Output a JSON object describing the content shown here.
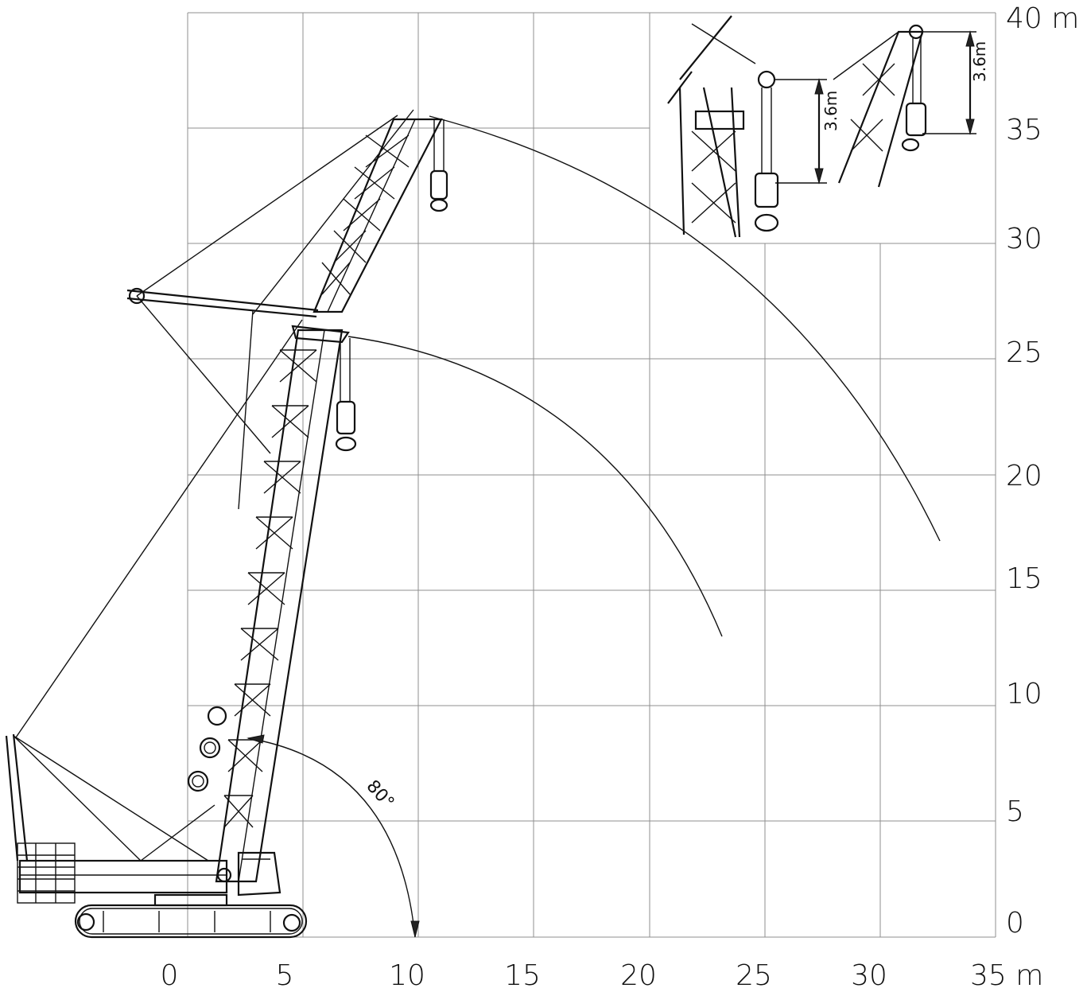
{
  "axes": {
    "x_unit": "m",
    "y_unit": "m",
    "x_ticks": [
      "0",
      "5",
      "10",
      "15",
      "20",
      "25",
      "30",
      "35 m"
    ],
    "y_ticks": [
      "0",
      "5",
      "10",
      "15",
      "20",
      "25",
      "30",
      "35",
      "40 m"
    ]
  },
  "annotations": {
    "boom_angle": "80°",
    "inset_left_dimension": "3.6m",
    "inset_right_dimension": "3.6m"
  },
  "colors": {
    "ink": "#111111",
    "grid": "#8f8f8f",
    "background": "#ffffff"
  }
}
